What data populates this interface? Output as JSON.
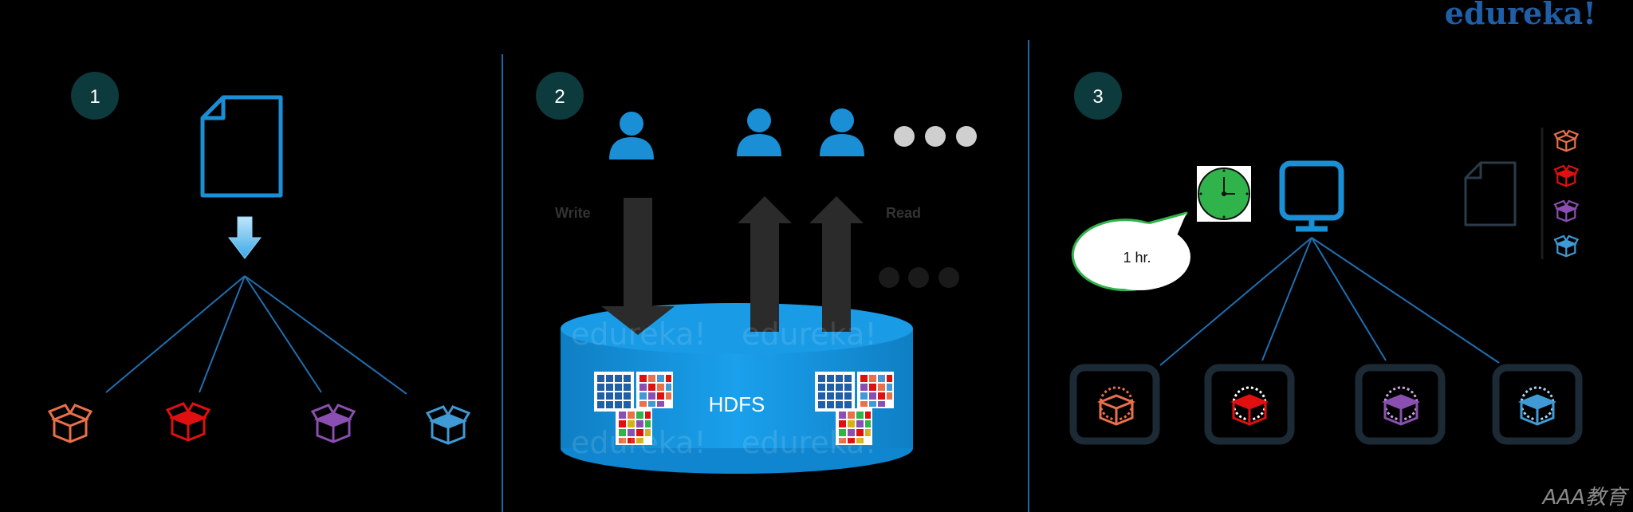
{
  "brand": {
    "logo_text": "edureka!",
    "corner_mark": "AAA教育"
  },
  "watermark_text": "edureka!",
  "steps": [
    {
      "number": "1"
    },
    {
      "number": "2"
    },
    {
      "number": "3"
    }
  ],
  "panel2": {
    "write_label": "Write",
    "read_label": "Read",
    "storage_label": "HDFS"
  },
  "panel3": {
    "bubble_text": "1 hr."
  },
  "colors": {
    "accent_blue": "#1a8fd6",
    "line_blue": "#1f6fb2",
    "hdfs_blue": "#1495e0",
    "block_orange": "#e8704a",
    "block_red": "#e01010",
    "block_purple": "#8a4fb0",
    "block_lightblue": "#3f9ad6",
    "clock_green": "#2fb34a",
    "step_circle": "#0d3a3c"
  }
}
